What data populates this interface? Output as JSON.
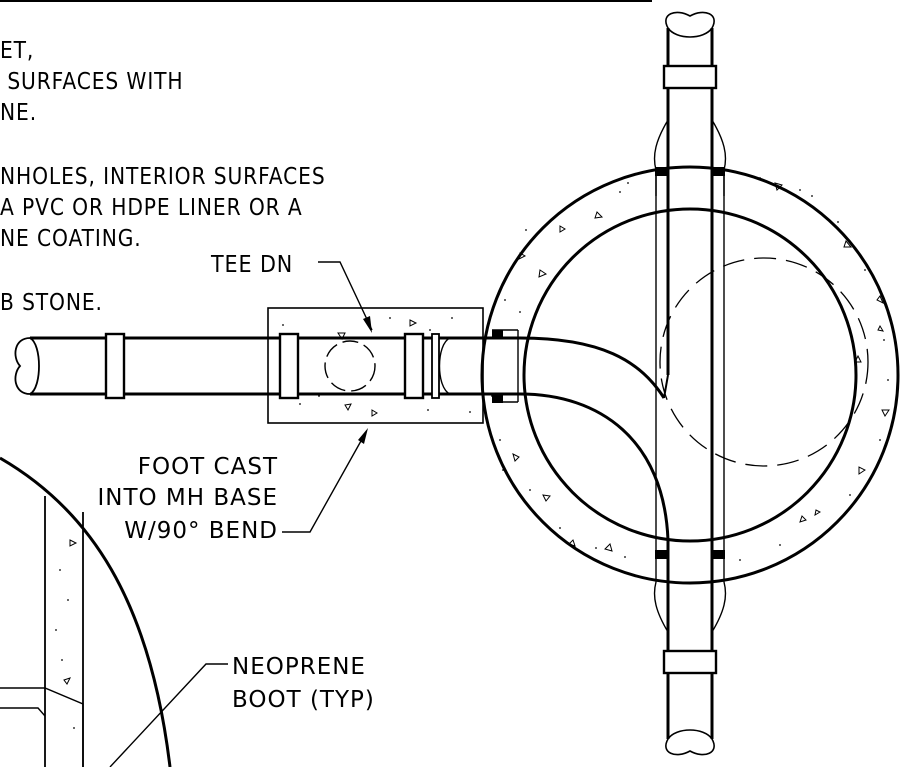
{
  "notes": [
    "ET,",
    " SURFACES WITH",
    "NE.",
    "NHOLES, INTERIOR SURFACES",
    "A PVC OR HDPE LINER OR A",
    "NE COATING.",
    "B STONE."
  ],
  "labels": {
    "tee": "TEE DN",
    "foot_1": "FOOT CAST",
    "foot_2": "INTO MH BASE",
    "foot_3": "W/90° BEND",
    "boot_1": "NEOPRENE",
    "boot_2": "BOOT (TYP)"
  }
}
